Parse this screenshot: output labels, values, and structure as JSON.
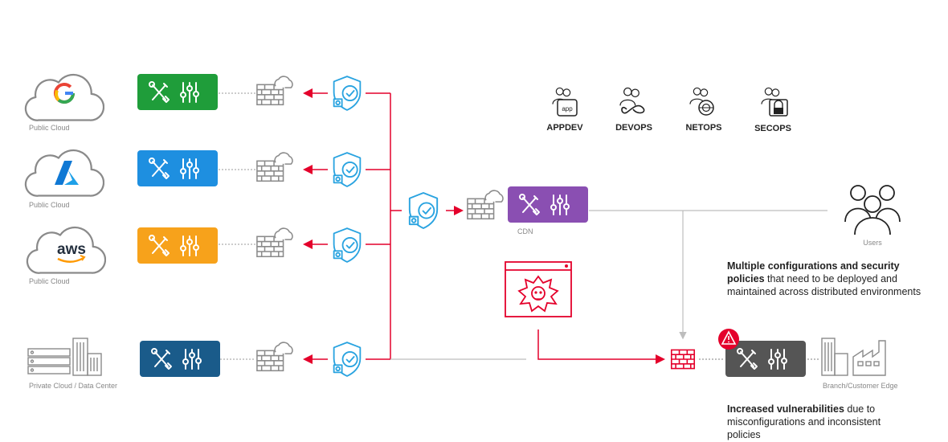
{
  "clouds": [
    {
      "label": "Public Cloud",
      "logo": "google-g-logo",
      "console_color": "#1f9d3a"
    },
    {
      "label": "Public Cloud",
      "logo": "azure-logo",
      "logo_color": "#0f78d4",
      "console_color": "#1e8fe0"
    },
    {
      "label": "Public Cloud",
      "logo": "aws-logo",
      "logo_text": "aws",
      "logo_accent": "#ff9900",
      "console_color": "#f7a21b"
    }
  ],
  "datacenter": {
    "label": "Private Cloud / Data Center",
    "console_color": "#1a5b8a"
  },
  "cdn": {
    "label": "CDN",
    "console_color": "#8a4fb2"
  },
  "teams": [
    {
      "label": "APPDEV",
      "icon": "app-team-icon",
      "badge": "app"
    },
    {
      "label": "DEVOPS",
      "icon": "devops-team-icon"
    },
    {
      "label": "NETOPS",
      "icon": "netops-team-icon"
    },
    {
      "label": "SECOPS",
      "icon": "secops-team-icon"
    }
  ],
  "users": {
    "label": "Users"
  },
  "branch": {
    "label": "Branch/Customer Edge",
    "console_color": "#555555"
  },
  "notes": {
    "multiple_bold": "Multiple configurations and security policies",
    "multiple_rest": " that need to be deployed and maintained across distributed environments",
    "vuln_bold": "Increased vulnerabilities",
    "vuln_rest": " due to misconfigurations and inconsistent policies"
  },
  "colors": {
    "accent_red": "#e4002b",
    "shield_blue": "#29a3e0",
    "gray_line": "#bdbdbd",
    "icon_gray": "#8a8a8a"
  }
}
